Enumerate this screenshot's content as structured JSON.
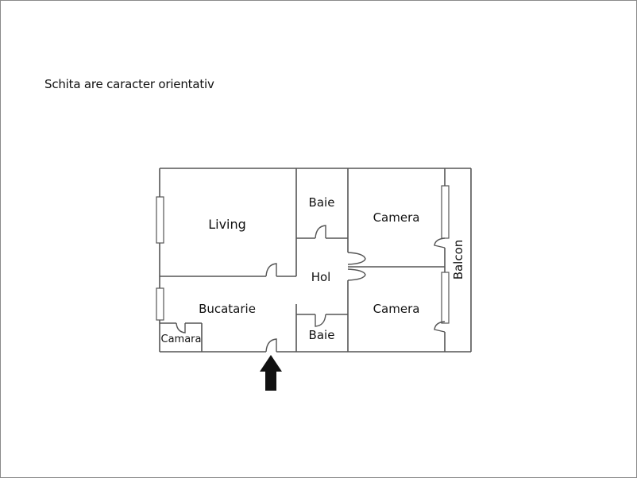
{
  "note": "Schita are caracter orientativ",
  "plan": {
    "rooms": [
      {
        "id": "living",
        "label": "Living"
      },
      {
        "id": "baie_top",
        "label": "Baie"
      },
      {
        "id": "camera_top",
        "label": "Camera"
      },
      {
        "id": "hol",
        "label": "Hol"
      },
      {
        "id": "bucatarie",
        "label": "Bucatarie"
      },
      {
        "id": "camara",
        "label": "Camara"
      },
      {
        "id": "baie_bottom",
        "label": "Baie"
      },
      {
        "id": "camera_bottom",
        "label": "Camera"
      },
      {
        "id": "balcon",
        "label": "Balcon"
      }
    ],
    "entrance_icon": "arrow-up-icon",
    "colors": {
      "walls": "#555555",
      "text": "#111111",
      "arrow": "#111111",
      "border": "#8a8a8a"
    }
  }
}
